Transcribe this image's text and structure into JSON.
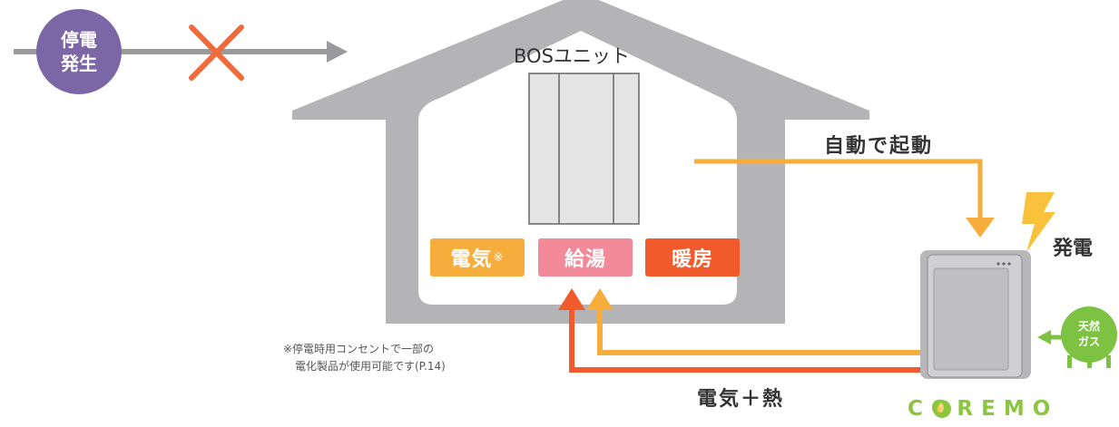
{
  "outage": {
    "line1": "停電",
    "line2": "発生"
  },
  "unit_label": "BOSユニット",
  "auto_start_label": "自動で起動",
  "generate_label": "発電",
  "services": {
    "electric": "電気",
    "electric_mark": "※",
    "hot_water": "給湯",
    "heating": "暖房"
  },
  "gas": {
    "line1": "天然",
    "line2": "ガス"
  },
  "footnote": {
    "line1": "※停電時用コンセントで一部の",
    "line2": "電化製品が使用可能です(P.14)"
  },
  "output_label": "電気＋熱",
  "brand": "COREMO",
  "colors": {
    "outage_circle": "#7B66A6",
    "cross": "#F06A3C",
    "house": "#B4B4B6",
    "electric": "#F7AD3C",
    "hot_water": "#F28A9A",
    "heating": "#F15A2B",
    "bolt": "#F9C23C",
    "gas": "#7DC242",
    "brand": "#8CC63F"
  }
}
